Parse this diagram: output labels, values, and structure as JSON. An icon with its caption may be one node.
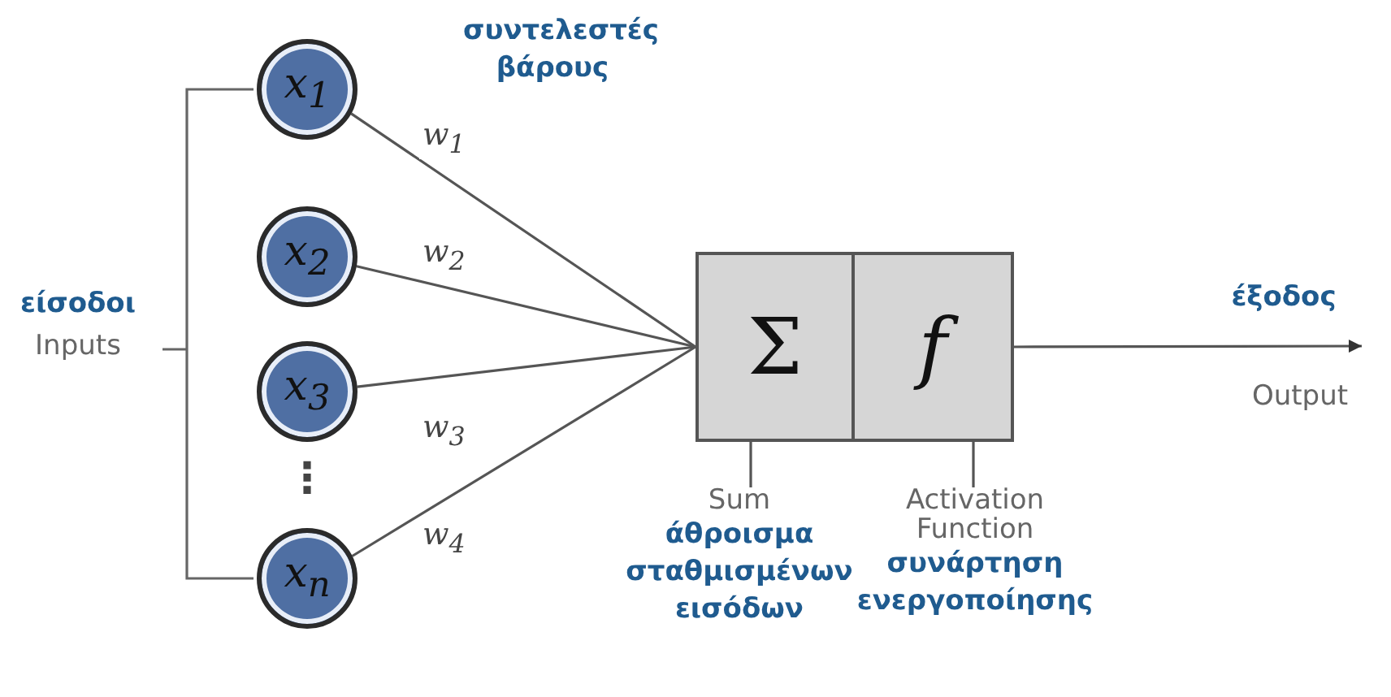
{
  "diagram": {
    "nodes": [
      {
        "text": [
          "x$_{1}$"
        ]
      },
      {
        "text": [
          "x$_{2}$"
        ]
      },
      {
        "text": [
          "x$_{3}$"
        ]
      },
      {
        "text": [
          "x$_{n}$"
        ]
      },
      {
        "text": [
          "Σ"
        ]
      },
      {
        "text": [
          "f"
        ]
      },
      {
        "text": [
          "Sum",
          "άθροισμα σταθμισμένων εισόδων"
        ]
      },
      {
        "text": [
          "Activation Function",
          "συνάρτηση ενεργοποίησης"
        ]
      }
    ],
    "edges": [
      {
        "from": 0,
        "to": 4,
        "arrow": "none",
        "label": "w$_{1}$"
      },
      {
        "from": 1,
        "to": 4,
        "arrow": "none",
        "label": "w$_{2}$"
      },
      {
        "from": 2,
        "to": 4,
        "arrow": "none",
        "label": "w$_{3}$"
      },
      {
        "from": 3,
        "to": 4,
        "arrow": "none",
        "label": "w$_{4}$"
      },
      {
        "from": 5,
        "to": null,
        "arrow": "to"
      },
      {
        "from": 6,
        "to": 4,
        "arrow": "none"
      },
      {
        "from": 7,
        "to": 5,
        "arrow": "none"
      }
    ],
    "labels": [
      "συντελεστές βάρους",
      "είσοδοι",
      "Inputs",
      "⋮",
      "έξοδος",
      "Output"
    ]
  }
}
